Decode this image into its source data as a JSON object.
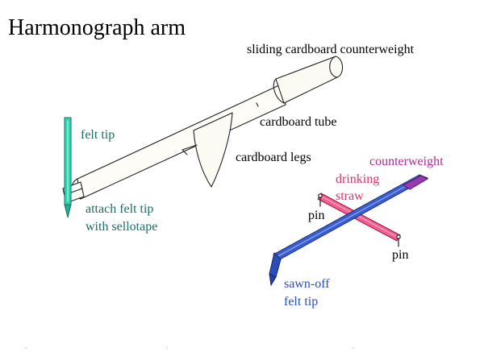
{
  "title": "Harmonograph arm",
  "colors": {
    "ink": "#000000",
    "teal": "#1a6e63",
    "pink": "#e0306e",
    "purple": "#b0299a",
    "felt_green": "#2fd6b4",
    "felt_blue": "#2b4db8",
    "straw_red": "#e02050",
    "pencil_purple": "#9a3ab0"
  },
  "labels": {
    "sliding_counterweight": "sliding cardboard counterweight",
    "cardboard_tube": "cardboard tube",
    "felt_tip": "felt tip",
    "cardboard_legs": "cardboard legs",
    "attach_line1": "attach felt tip",
    "attach_line2": "with sellotape",
    "counterweight": "counterweight",
    "drinking": "drinking",
    "straw": "straw",
    "pin_left": "pin",
    "pin_right": "pin",
    "sawn_off_line1": "sawn-off",
    "sawn_off_line2": "felt tip"
  }
}
